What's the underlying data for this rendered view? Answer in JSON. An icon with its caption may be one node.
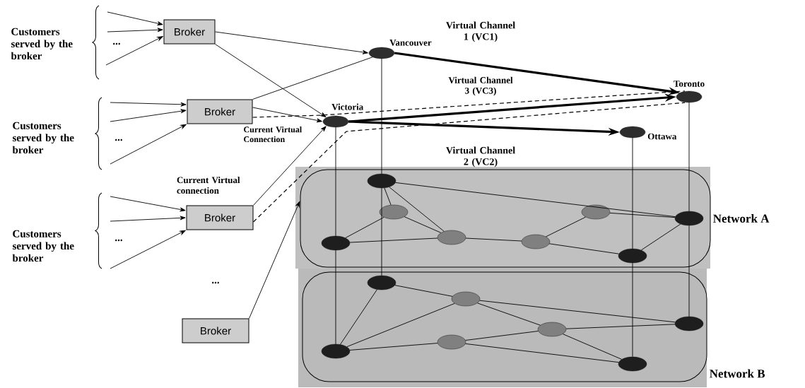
{
  "diagram": {
    "nodes": [
      {
        "text": [
          "Broker"
        ]
      },
      {
        "text": [
          "Broker"
        ]
      },
      {
        "text": [
          "Broker"
        ]
      },
      {
        "text": [
          "Broker"
        ]
      },
      {
        "text": [],
        "shape": "ellipse",
        "beside": [
          "Vancouver"
        ]
      },
      {
        "text": [],
        "shape": "ellipse",
        "beside": [
          "Victoria"
        ]
      },
      {
        "text": [],
        "shape": "ellipse",
        "beside": [
          "Toronto"
        ]
      },
      {
        "text": [],
        "shape": "ellipse",
        "beside": [
          "Ottawa"
        ]
      },
      {
        "text": [
          "Network A"
        ]
      },
      {
        "text": [],
        "shape": "ellipse",
        "in": 8
      },
      {
        "text": [],
        "shape": "ellipse",
        "in": 8
      },
      {
        "text": [],
        "shape": "ellipse",
        "in": 8
      },
      {
        "text": [],
        "shape": "ellipse",
        "in": 8
      },
      {
        "text": [],
        "shape": "ellipse",
        "in": 8
      },
      {
        "text": [],
        "shape": "ellipse",
        "in": 8
      },
      {
        "text": [],
        "shape": "ellipse",
        "in": 8
      },
      {
        "text": [],
        "shape": "ellipse",
        "in": 8
      },
      {
        "text": [
          "Network B"
        ]
      },
      {
        "text": [],
        "shape": "ellipse",
        "in": 17
      },
      {
        "text": [],
        "shape": "ellipse",
        "in": 17
      },
      {
        "text": [],
        "shape": "ellipse",
        "in": 17
      },
      {
        "text": [],
        "shape": "ellipse",
        "in": 17
      },
      {
        "text": [],
        "shape": "ellipse",
        "in": 17
      },
      {
        "text": [],
        "shape": "ellipse",
        "in": 17
      },
      {
        "text": [],
        "shape": "ellipse",
        "in": 17
      }
    ],
    "edges": [
      {
        "from": null,
        "to": 0,
        "arrow": "to"
      },
      {
        "from": null,
        "to": 0,
        "arrow": "to"
      },
      {
        "from": null,
        "to": 0,
        "arrow": "to"
      },
      {
        "from": null,
        "to": 1,
        "arrow": "to"
      },
      {
        "from": null,
        "to": 1,
        "arrow": "to"
      },
      {
        "from": null,
        "to": 1,
        "arrow": "to"
      },
      {
        "from": null,
        "to": 2,
        "arrow": "to"
      },
      {
        "from": null,
        "to": 2,
        "arrow": "to"
      },
      {
        "from": null,
        "to": 2,
        "arrow": "to"
      },
      {
        "from": 0,
        "to": 4,
        "arrow": "to"
      },
      {
        "from": 0,
        "to": 5,
        "arrow": "to"
      },
      {
        "from": 1,
        "to": 4,
        "arrow": "none"
      },
      {
        "from": 1,
        "to": 5,
        "arrow": "to"
      },
      {
        "from": 2,
        "to": 5,
        "arrow": "to"
      },
      {
        "from": 3,
        "to": 8,
        "arrow": "to"
      },
      {
        "from": 1,
        "to": 6,
        "arrow": "none",
        "style": "dashed",
        "label": "Current Virtual Connection"
      },
      {
        "from": 2,
        "to": 6,
        "arrow": "none",
        "style": "dashed",
        "label": "Current Virtual connection"
      },
      {
        "from": 4,
        "to": 6,
        "arrow": "to",
        "style": "thick",
        "label": "Virtual Channel 1 (VC1)"
      },
      {
        "from": 5,
        "to": 6,
        "arrow": "to",
        "style": "thick",
        "label": "Virtual Channel 3 (VC3)"
      },
      {
        "from": 5,
        "to": 7,
        "arrow": "to",
        "style": "thick",
        "label": "Virtual Channel 2 (VC2)"
      },
      {
        "from": 4,
        "to": 9,
        "arrow": "none"
      },
      {
        "from": 9,
        "to": 18,
        "arrow": "none"
      },
      {
        "from": 5,
        "to": 13,
        "arrow": "none"
      },
      {
        "from": 13,
        "to": 23,
        "arrow": "none"
      },
      {
        "from": 7,
        "to": 16,
        "arrow": "none"
      },
      {
        "from": 16,
        "to": 24,
        "arrow": "none"
      },
      {
        "from": 6,
        "to": 12,
        "arrow": "none"
      },
      {
        "from": 12,
        "to": 20,
        "arrow": "none"
      },
      {
        "from": 9,
        "to": 10,
        "arrow": "none"
      },
      {
        "from": 9,
        "to": 14,
        "arrow": "none"
      },
      {
        "from": 9,
        "to": 12,
        "arrow": "none"
      },
      {
        "from": 10,
        "to": 13,
        "arrow": "none"
      },
      {
        "from": 10,
        "to": 14,
        "arrow": "none"
      },
      {
        "from": 13,
        "to": 14,
        "arrow": "none"
      },
      {
        "from": 14,
        "to": 15,
        "arrow": "none"
      },
      {
        "from": 15,
        "to": 11,
        "arrow": "none"
      },
      {
        "from": 11,
        "to": 12,
        "arrow": "none"
      },
      {
        "from": 15,
        "to": 16,
        "arrow": "none"
      },
      {
        "from": 16,
        "to": 12,
        "arrow": "none"
      },
      {
        "from": 18,
        "to": 19,
        "arrow": "none"
      },
      {
        "from": 18,
        "to": 23,
        "arrow": "none"
      },
      {
        "from": 19,
        "to": 23,
        "arrow": "none"
      },
      {
        "from": 19,
        "to": 20,
        "arrow": "none"
      },
      {
        "from": 19,
        "to": 21,
        "arrow": "none"
      },
      {
        "from": 23,
        "to": 22,
        "arrow": "none"
      },
      {
        "from": 22,
        "to": 21,
        "arrow": "none"
      },
      {
        "from": 21,
        "to": 20,
        "arrow": "none"
      },
      {
        "from": 22,
        "to": 24,
        "arrow": "none"
      },
      {
        "from": 21,
        "to": 24,
        "arrow": "none"
      }
    ],
    "labels": [
      "Customers served by the broker",
      "...",
      "Customers served by the broker",
      "...",
      "Customers served by the broker",
      "...",
      "..."
    ]
  }
}
